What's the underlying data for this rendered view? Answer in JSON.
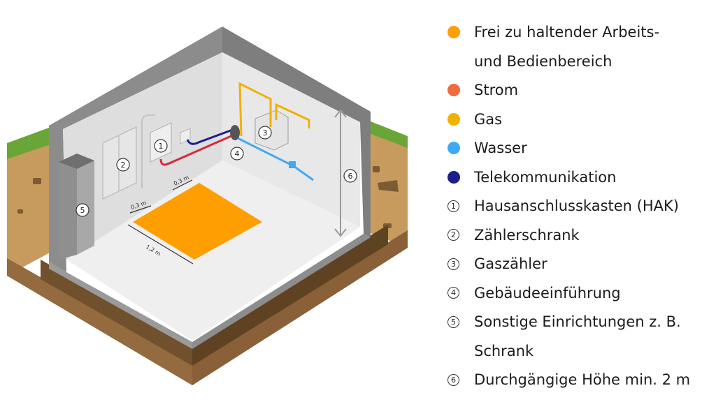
{
  "diagram": {
    "dimensions": {
      "top_edge": "0,3 m",
      "left_edge": "0,3 m",
      "diagonal": "1,2 m"
    },
    "markers": {
      "hak": "1",
      "zaehlerschrank": "2",
      "gaszaehler": "3",
      "gebaeudeeinfuehrung": "4",
      "schrank": "5",
      "hoehe": "6"
    }
  },
  "legend": {
    "items": [
      {
        "type": "dot",
        "color": "#FF9E00",
        "lines": [
          "Frei zu haltender Arbeits-",
          "und Bedienbereich"
        ]
      },
      {
        "type": "dot",
        "color": "#F26A3D",
        "lines": [
          "Strom"
        ]
      },
      {
        "type": "dot",
        "color": "#F0B100",
        "lines": [
          "Gas"
        ]
      },
      {
        "type": "dot",
        "color": "#3FA9F5",
        "lines": [
          "Wasser"
        ]
      },
      {
        "type": "dot",
        "color": "#1A1F8C",
        "lines": [
          "Telekommunikation"
        ]
      },
      {
        "type": "num",
        "marker": "1",
        "lines": [
          "Hausanschlusskasten (HAK)"
        ]
      },
      {
        "type": "num",
        "marker": "2",
        "lines": [
          "Zählerschrank"
        ]
      },
      {
        "type": "num",
        "marker": "3",
        "lines": [
          "Gaszähler"
        ]
      },
      {
        "type": "num",
        "marker": "4",
        "lines": [
          "Gebäudeeinführung"
        ]
      },
      {
        "type": "num",
        "marker": "5",
        "lines": [
          "Sonstige Einrichtungen z. B.",
          "Schrank"
        ]
      },
      {
        "type": "num",
        "marker": "6",
        "lines": [
          "Durchgängige Höhe min. 2 m"
        ]
      }
    ]
  }
}
